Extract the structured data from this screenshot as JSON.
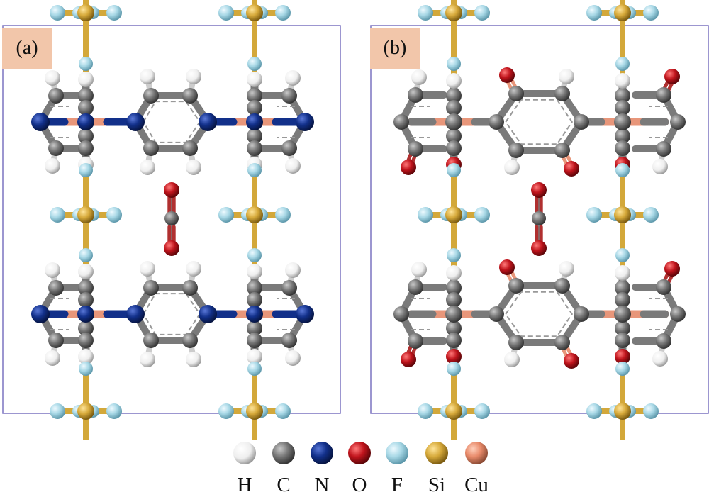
{
  "panels": [
    {
      "label": "(a)",
      "linker": "pyrazine"
    },
    {
      "label": "(b)",
      "linker": "quinone"
    }
  ],
  "legend": [
    {
      "symbol": "H",
      "color": "#f2f2f2"
    },
    {
      "symbol": "C",
      "color": "#7a7a7a"
    },
    {
      "symbol": "N",
      "color": "#12308a"
    },
    {
      "symbol": "O",
      "color": "#c0141c"
    },
    {
      "symbol": "F",
      "color": "#a8d8e6"
    },
    {
      "symbol": "Si",
      "color": "#d6a93a"
    },
    {
      "symbol": "Cu",
      "color": "#e88a6a"
    }
  ],
  "colors": {
    "cell_border": "#7b73c0",
    "label_bg": "#f2c6aa",
    "cu_bond": "#e8967a",
    "si_bond": "#d3a83a",
    "n_bond": "#12308a"
  }
}
